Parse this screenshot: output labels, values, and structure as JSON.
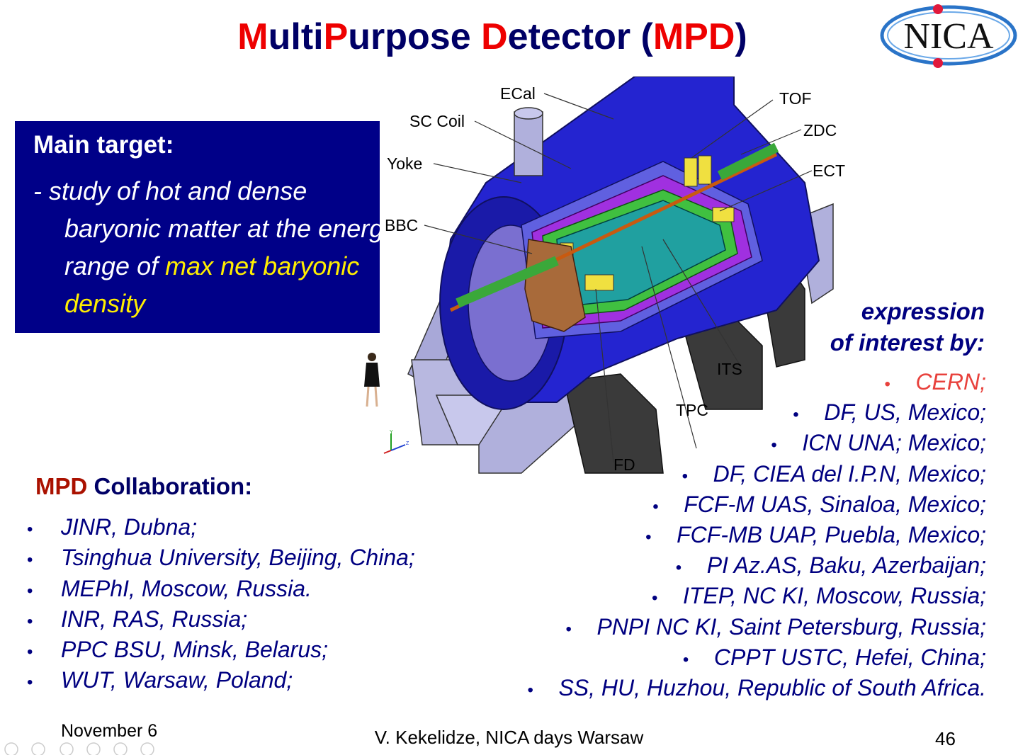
{
  "slide": {
    "title": {
      "p1": "M",
      "p2": "ulti",
      "p3": "P",
      "p4": "urpose ",
      "p5": "D",
      "p6": "etector (",
      "p7": "MPD",
      "p8": ")"
    },
    "logo_text": "NICA",
    "main_target": {
      "heading": "Main target:",
      "text_1": "- study of hot and dense baryonic matter at the energy range of ",
      "highlight": "max net baryonic density"
    },
    "detector_labels": {
      "ecal": "ECal",
      "sc_coil": "SC Coil",
      "yoke": "Yoke",
      "bbc": "BBC",
      "tof": "TOF",
      "zdc": "ZDC",
      "ect": "ECT",
      "its": "ITS",
      "tpc": "TPC",
      "fd": "FD"
    },
    "collaboration": {
      "heading_mpd": "MPD",
      "heading_rest": " Collaboration:",
      "items": [
        "JINR, Dubna;",
        "Tsinghua University, Beijing, China;",
        "MEPhI, Moscow, Russia.",
        "INR, RAS, Russia;",
        "PPC BSU, Minsk, Belarus;",
        "WUT, Warsaw, Poland;"
      ]
    },
    "expression": {
      "heading_1": "expression",
      "heading_2": "of interest by:",
      "items": [
        "CERN;",
        "DF, US, Mexico;",
        "ICN UNA; Mexico;",
        "DF, CIEA del I.P.N, Mexico;",
        "FCF-M UAS, Sinaloa, Mexico;",
        "FCF-MB UAP, Puebla, Mexico;",
        "PI Az.AS, Baku, Azerbaijan;",
        "ITEP, NC KI, Moscow, Russia;",
        "PNPI NC KI, Saint Petersburg, Russia;",
        "CPPT USTC, Hefei, China;",
        "SS, HU, Huzhou, Republic of South Africa."
      ]
    },
    "footer": {
      "date": "November 6",
      "author": "V. Kekelidze, NICA days Warsaw",
      "page": "46"
    },
    "bullet_char": "•",
    "colors": {
      "title_dark": "#000066",
      "title_red": "#ee0000",
      "box_bg": "#000088",
      "highlight": "#ffee00",
      "list_text": "#000080",
      "cern_red": "#e8413c",
      "mpd_red": "#aa1100"
    },
    "icons": [
      "nica-logo-icon",
      "person-icon",
      "axes-icon",
      "slide-nav-icons"
    ]
  }
}
